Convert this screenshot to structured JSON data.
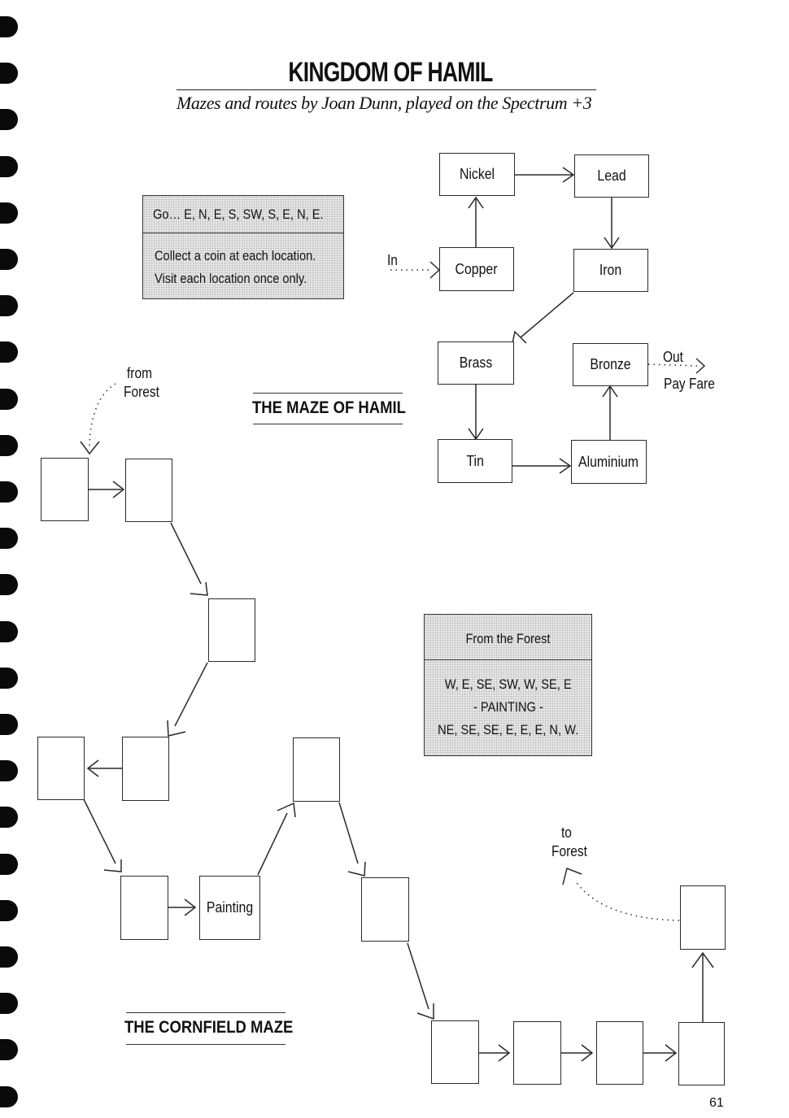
{
  "page": {
    "title": "KINGDOM OF HAMIL",
    "subtitle": "Mazes and routes by Joan Dunn, played on the Spectrum +3",
    "page_number": "61"
  },
  "hamil_route_box": {
    "route": "Go… E, N, E, S, SW, S, E, N, E.",
    "instruction_1": "Collect a coin at each location.",
    "instruction_2": "Visit each location once only."
  },
  "maze_of_hamil": {
    "heading": "THE MAZE OF HAMIL",
    "rooms": [
      "Nickel",
      "Lead",
      "Copper",
      "Iron",
      "Brass",
      "Bronze",
      "Tin",
      "Aluminium"
    ],
    "in_label": "In",
    "out_label": "Out",
    "pay_fare_label": "Pay Fare"
  },
  "forest_route_box": {
    "heading": "From the Forest",
    "line_1": "W, E, SE, SW, W, SE, E",
    "line_2": "- PAINTING -",
    "line_3": "NE, SE, SE, E, E, E, N, W."
  },
  "cornfield_maze": {
    "heading": "THE CORNFIELD MAZE",
    "from_label_1": "from",
    "from_label_2": "Forest",
    "to_label_1": "to",
    "to_label_2": "Forest",
    "painting_room": "Painting"
  }
}
